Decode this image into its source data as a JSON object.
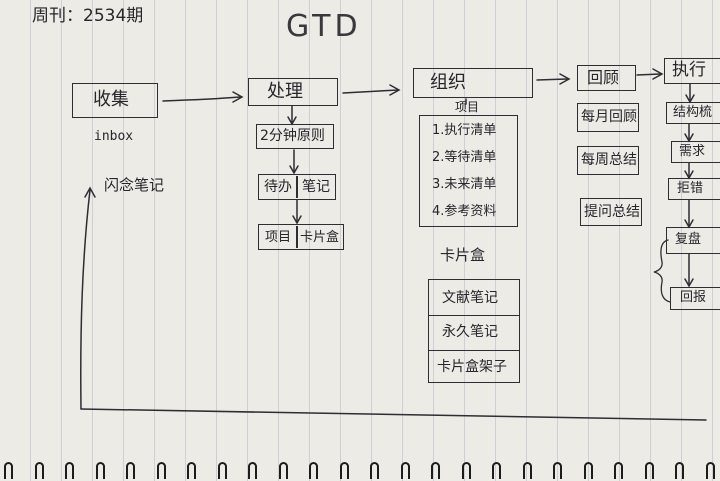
{
  "header": {
    "issue": "周刊：2534期",
    "title": "GTD"
  },
  "collect": {
    "label": "收集",
    "notes": [
      "inbox",
      "闪念笔记"
    ]
  },
  "process": {
    "label": "处理",
    "two_min_rule": "2分钟原则",
    "todo": "待办",
    "note": "笔记",
    "project": "项目",
    "card_box": "卡片盒"
  },
  "organize": {
    "label": "组织",
    "project_title": "项目",
    "project_items": [
      "1.执行清单",
      "2.等待清单",
      "3.未来清单",
      "4.参考资料"
    ],
    "cardbox_title": "卡片盒",
    "cardbox_items": [
      "文献笔记",
      "永久笔记",
      "卡片盒架子"
    ]
  },
  "review": {
    "label": "回顾",
    "items": [
      "每月回顾",
      "每周总结",
      "提问总结"
    ]
  },
  "execute": {
    "label": "执行",
    "steps": [
      "结构梳",
      "需求",
      "拒错",
      "复盘",
      "回报"
    ]
  },
  "style": {
    "ink": "#2d2d33",
    "paper": "#ecebe6",
    "rule_line": "#8c9ab0"
  }
}
